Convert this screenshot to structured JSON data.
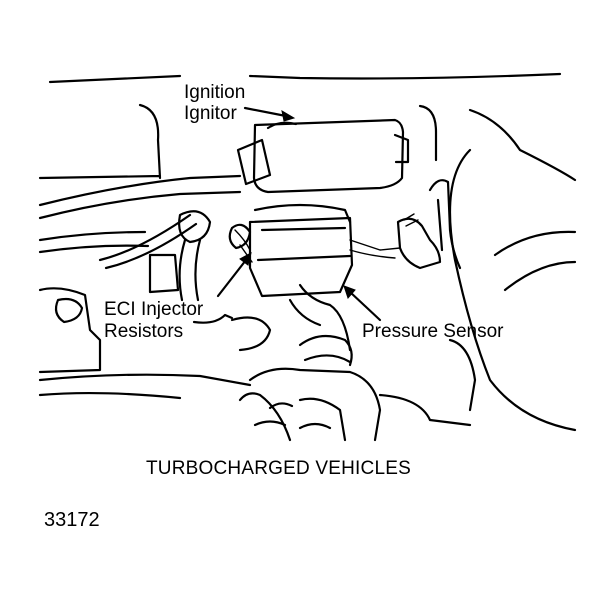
{
  "labels": {
    "ignition": "Ignition",
    "ignitor": "Ignitor",
    "eci_line1": "ECI Injector",
    "eci_line2": "Resistors",
    "pressure_sensor": "Pressure Sensor"
  },
  "caption": "TURBOCHARGED VEHICLES",
  "figure_number": "33172"
}
